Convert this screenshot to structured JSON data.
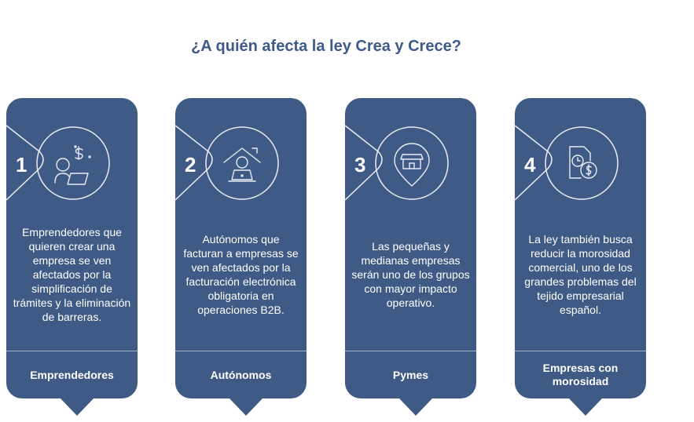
{
  "title": "¿A quién afecta la ley Crea y Crece?",
  "colors": {
    "card": "#3f5a85",
    "title": "#3d5a88"
  },
  "cards": [
    {
      "number": "1",
      "icon": "entrepreneur-laptop-dollar-icon",
      "description": "Emprendedores que quieren crear una empresa se ven afectados por la simplificación de trámites y la eliminación de barreras.",
      "label": "Emprendedores"
    },
    {
      "number": "2",
      "icon": "home-office-laptop-icon",
      "description": "Autónomos que facturan a empresas se ven afectados por la facturación electrónica obligatoria en operaciones B2B.",
      "label": "Autónomos"
    },
    {
      "number": "3",
      "icon": "store-location-pin-icon",
      "description": "Las pequeñas y medianas empresas serán uno de los grupos con mayor impacto operativo.",
      "label": "Pymes"
    },
    {
      "number": "4",
      "icon": "invoice-clock-dollar-icon",
      "description": "La ley también busca reducir la morosidad comercial, uno de los grandes problemas del tejido empresarial español.",
      "label": "Empresas con morosidad"
    }
  ]
}
